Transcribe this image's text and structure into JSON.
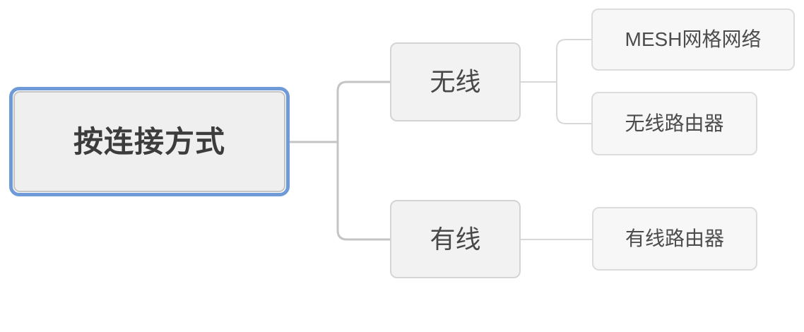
{
  "diagram": {
    "type": "mindmap",
    "root": {
      "label": "按连接方式",
      "selected": true
    },
    "branches": [
      {
        "label": "无线",
        "children": [
          {
            "label": "MESH网格网络"
          },
          {
            "label": "无线路由器"
          }
        ]
      },
      {
        "label": "有线",
        "children": [
          {
            "label": "有线路由器"
          }
        ]
      }
    ],
    "colors": {
      "root_highlight": "#6f9ad8",
      "root_inner_border": "#c4c4c4",
      "root_fill": "#efefef",
      "branch_fill": "#f2f2f2",
      "branch_border": "#d4d4d4",
      "leaf_fill": "#f7f7f7",
      "leaf_border": "#dcdcdc",
      "connector_level1": "#c4c4c4",
      "connector_level2": "#d8d8d8",
      "text_root": "#3c3c3c",
      "text_node": "#4c4c4c"
    }
  }
}
